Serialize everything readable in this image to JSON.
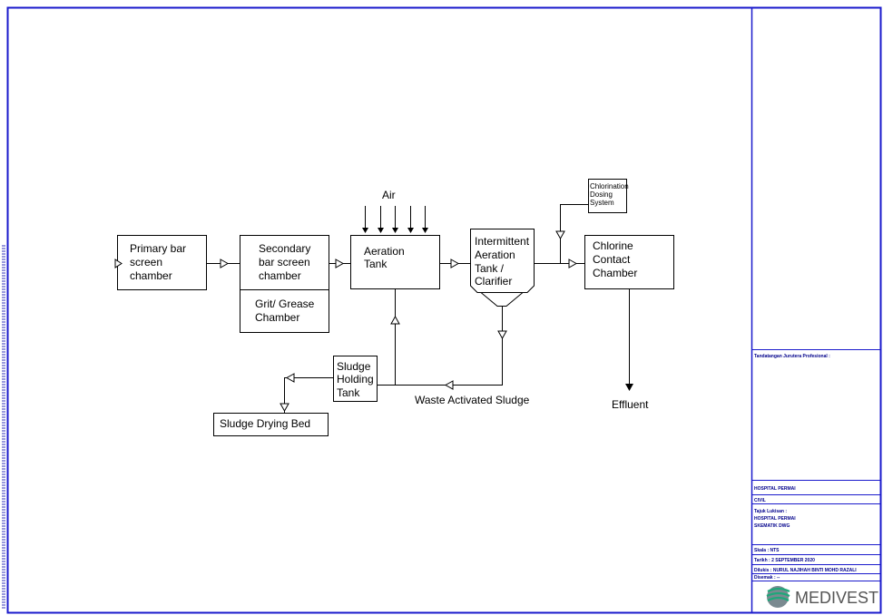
{
  "diagram": {
    "primary": [
      "Primary bar",
      "screen",
      "chamber"
    ],
    "secondary": [
      "Secondary",
      "bar screen",
      "chamber"
    ],
    "grit": [
      "Grit/ Grease",
      "Chamber"
    ],
    "aeration": [
      "Aeration",
      "Tank"
    ],
    "air": "Air",
    "intermittent": [
      "Intermittent",
      "Aeration",
      "Tank /",
      "Clarifier"
    ],
    "dosing": [
      "Chlorination",
      "Dosing",
      "System"
    ],
    "chlorine": [
      "Chlorine",
      "Contact",
      "Chamber"
    ],
    "effluent": "Effluent",
    "sludge_holding": [
      "Sludge",
      "Holding",
      "Tank"
    ],
    "drying_bed": "Sludge Drying Bed",
    "waste": "Waste Activated Sludge"
  },
  "title_block": {
    "signature": "Tandatangan Jurutera Profesional :",
    "project": "HOSPITAL PERMAI",
    "discipline": "CIVIL",
    "title_label": "Tajuk Lukisan :",
    "title_line1": "HOSPITAL PERMAI",
    "title_line2": "SKEMATIK DWG",
    "scale": "Skala    : NTS",
    "date": "Tarikh    : 2 SEPTEMBER 2020",
    "drawn": "Dilukis   : NURUL NAJIHAH BINTI MOHD RAZALI",
    "checked": "Disemak : --",
    "logo": "MEDIVEST"
  },
  "colors": {
    "border": "#1a1acc",
    "title_text": "#00008b"
  }
}
